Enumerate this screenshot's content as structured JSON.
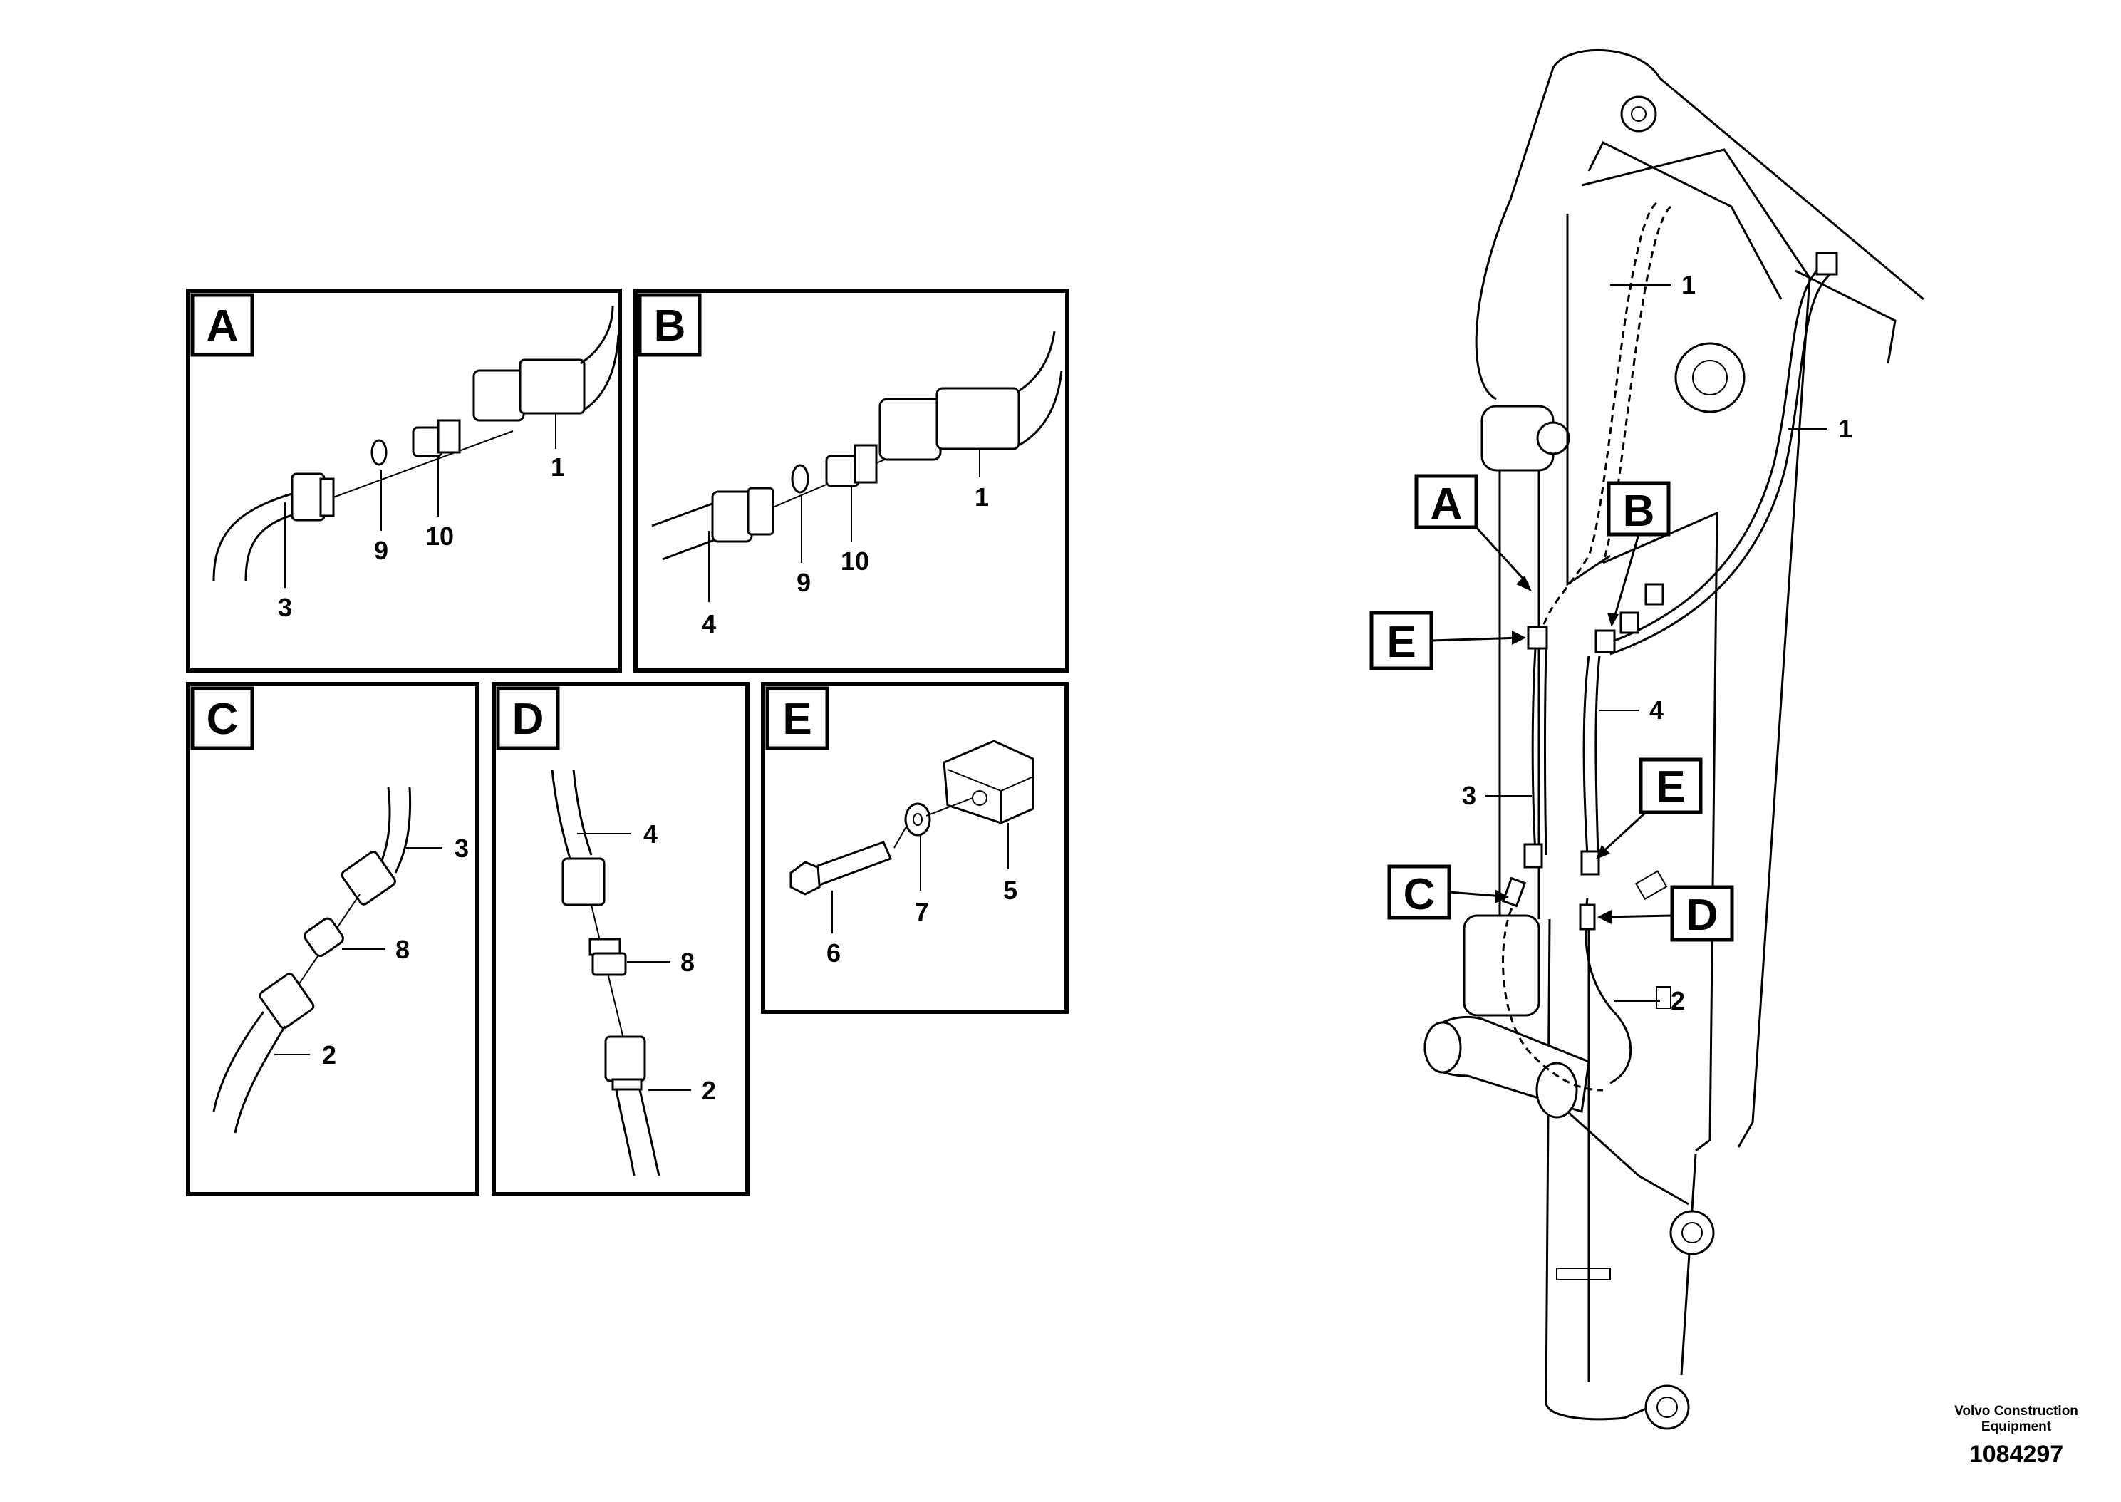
{
  "views": [
    {
      "letter": "A",
      "parts": [
        "1",
        "3",
        "9",
        "10"
      ]
    },
    {
      "letter": "B",
      "parts": [
        "1",
        "4",
        "9",
        "10"
      ]
    },
    {
      "letter": "C",
      "parts": [
        "3",
        "8",
        "2"
      ]
    },
    {
      "letter": "D",
      "parts": [
        "4",
        "8",
        "2"
      ]
    },
    {
      "letter": "E",
      "parts": [
        "5",
        "6",
        "7"
      ]
    }
  ],
  "main": {
    "callouts": [
      "A",
      "B",
      "E",
      "E",
      "C",
      "D"
    ],
    "parts": [
      "1",
      "1",
      "4",
      "3",
      "2"
    ]
  },
  "footer": {
    "brand": "Volvo Construction Equipment",
    "doc_number": "1084297"
  }
}
